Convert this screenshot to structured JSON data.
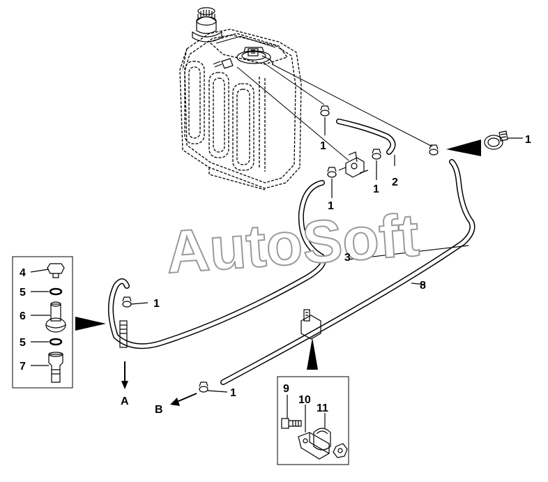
{
  "watermark": "AutoSoft",
  "labels": {
    "clamp": "1",
    "hose_tank": "2",
    "hose_main": "3",
    "banjo_bolt": "4",
    "washer": "5",
    "banjo_fitting": "6",
    "adapter": "7",
    "return_pipe": "8",
    "bolt": "9",
    "bracket": "10",
    "clip": "11"
  },
  "directions": {
    "a": "A",
    "b": "B"
  }
}
